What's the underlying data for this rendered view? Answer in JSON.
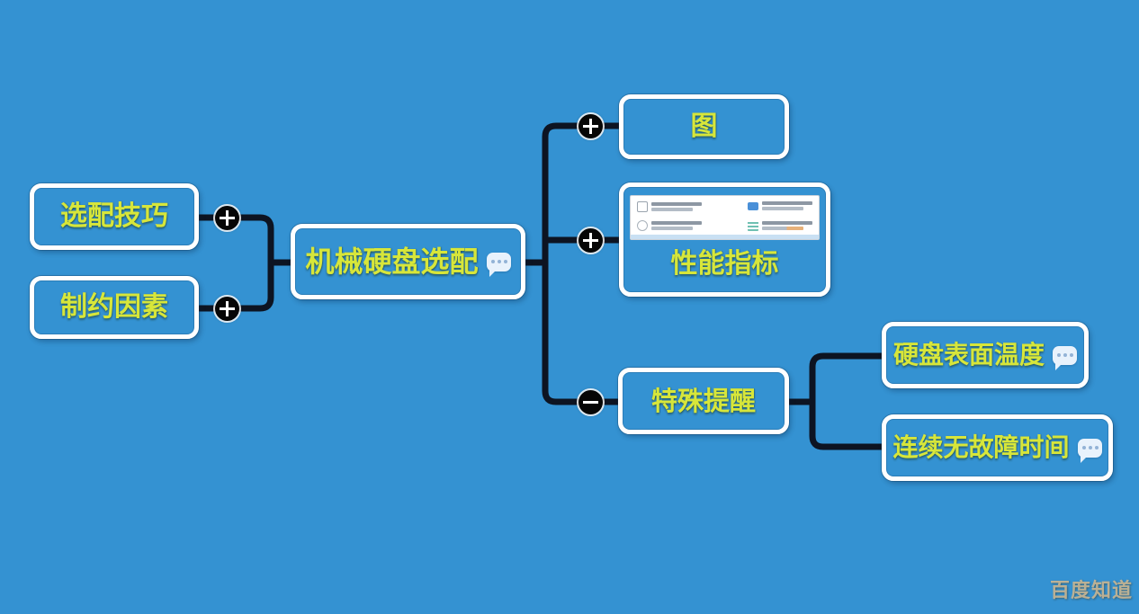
{
  "mindmap": {
    "root": {
      "label": "机械硬盘选配",
      "note_icon": "comment-bubble"
    },
    "left_nodes": [
      {
        "label": "选配技巧",
        "toggle": "plus"
      },
      {
        "label": "制约因素",
        "toggle": "plus"
      }
    ],
    "right_nodes": [
      {
        "label": "图",
        "toggle": "plus"
      },
      {
        "label": "性能指标",
        "toggle": "plus",
        "thumbnail": "hardware-spec-table-image"
      },
      {
        "label": "特殊提醒",
        "toggle": "minus"
      }
    ],
    "leaf_nodes": [
      {
        "label": "硬盘表面温度",
        "note_icon": "comment-bubble"
      },
      {
        "label": "连续无故障时间",
        "note_icon": "comment-bubble"
      }
    ]
  },
  "watermark": {
    "text": "百度知道"
  },
  "colors": {
    "background": "#3492d2",
    "node_text": "#d7e63a",
    "node_border": "#ffffff",
    "connector": "#0d1422"
  }
}
